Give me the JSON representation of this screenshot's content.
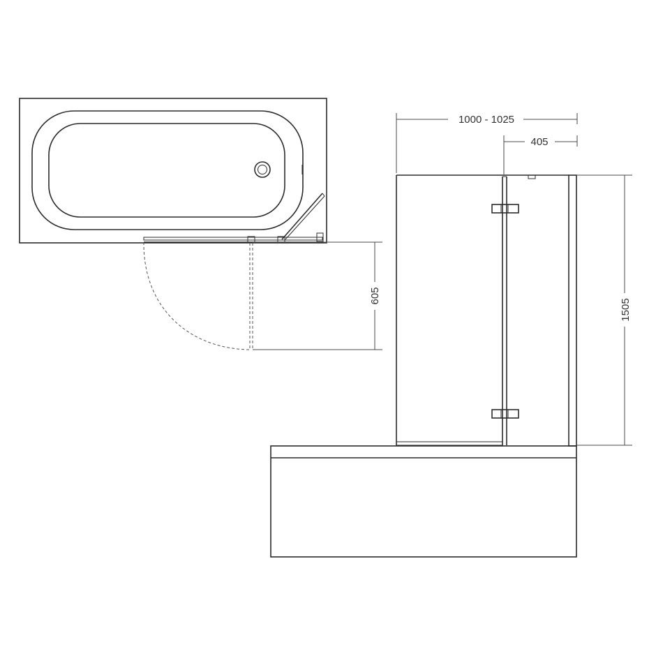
{
  "dimensions": {
    "overall_width": "1000 - 1025",
    "fixed_panel_width": "405",
    "door_swing_depth": "605",
    "screen_height": "1505"
  },
  "colors": {
    "line": "#2b2b2b",
    "background": "#ffffff"
  }
}
